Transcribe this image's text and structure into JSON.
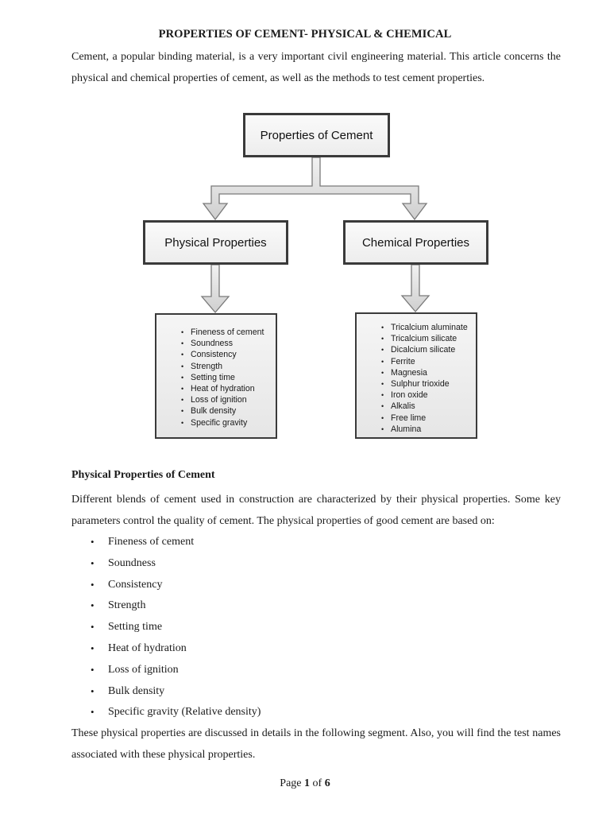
{
  "document": {
    "title": "PROPERTIES OF CEMENT- PHYSICAL & CHEMICAL",
    "intro": "Cement, a popular binding material, is a very important civil engineering material. This article concerns the physical and chemical properties of cement, as well as the methods to test cement properties."
  },
  "diagram": {
    "root": "Properties of Cement",
    "physical": {
      "label": "Physical Properties",
      "items": [
        "Fineness of cement",
        "Soundness",
        "Consistency",
        "Strength",
        "Setting time",
        "Heat of hydration",
        "Loss of ignition",
        "Bulk density",
        "Specific gravity"
      ]
    },
    "chemical": {
      "label": "Chemical Properties",
      "items": [
        "Tricalcium aluminate",
        "Tricalcium silicate",
        "Dicalcium silicate",
        "Ferrite",
        "Magnesia",
        "Sulphur trioxide",
        "Iron oxide",
        "Alkalis",
        "Free lime",
        "Alumina"
      ]
    }
  },
  "section": {
    "heading": "Physical Properties of Cement",
    "body1": "Different blends of cement used in construction are characterized by their physical properties. Some key parameters control the quality of cement. The physical properties of good cement are based on:",
    "bullets": [
      "Fineness of cement",
      "Soundness",
      "Consistency",
      "Strength",
      "Setting time",
      "Heat of hydration",
      "Loss of ignition",
      "Bulk density",
      "Specific gravity (Relative density)"
    ],
    "body2": " These physical properties are discussed in details in the following segment. Also, you will find the test names associated with these physical properties."
  },
  "footer": {
    "prefix": "Page ",
    "page": "1",
    "of": " of ",
    "total": "6"
  }
}
